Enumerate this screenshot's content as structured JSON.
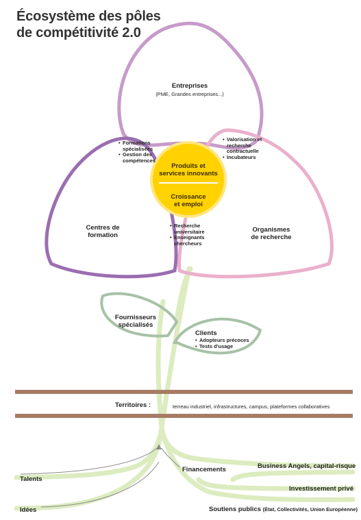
{
  "title": {
    "line1": "Écosystème des pôles",
    "line2": "de compétitivité 2.0"
  },
  "petals": {
    "entreprises": {
      "label": "Entreprises",
      "sub": "(PME, Grandes entreprises...)",
      "color": "#c79bc9"
    },
    "formation": {
      "label1": "Centres de",
      "label2": "formation",
      "color": "#9b6eb0"
    },
    "recherche": {
      "label1": "Organismes",
      "label2": "de recherche",
      "color": "#eab0cc"
    }
  },
  "overlaps": {
    "formation_entreprises": [
      "Formations spécialisées",
      "Gestion des compétences"
    ],
    "entreprises_recherche": [
      "Valorisation et recherche contractuelle",
      "Incubateurs"
    ],
    "formation_recherche": [
      "Recherche universitaire",
      "Enseignants chercheurs"
    ]
  },
  "core": {
    "top1": "Produits et",
    "top2": "services innovants",
    "bottom1": "Croissance",
    "bottom2": "et emploi",
    "color": "#ffd200"
  },
  "leaves": {
    "fournisseurs": {
      "label1": "Fournisseurs",
      "label2": "spécialisés"
    },
    "clients": {
      "label": "Clients",
      "items": [
        "Adopteurs précoces",
        "Tests d'usage"
      ]
    }
  },
  "territoires": {
    "label": "Territoires :",
    "desc": "terreau industriel, infrastructures, campus, plateformes collaboratives",
    "color": "#a67c64"
  },
  "roots": {
    "talents": "Talents",
    "idees": "Idées",
    "financements": "Financements",
    "business_angels": "Business Angels, capital-risque",
    "investissement": "Investissement privé",
    "soutiens_main": "Soutiens publics",
    "soutiens_detail": "(État, Collectivités, Union Européenne)",
    "color": "#dcecc0"
  }
}
